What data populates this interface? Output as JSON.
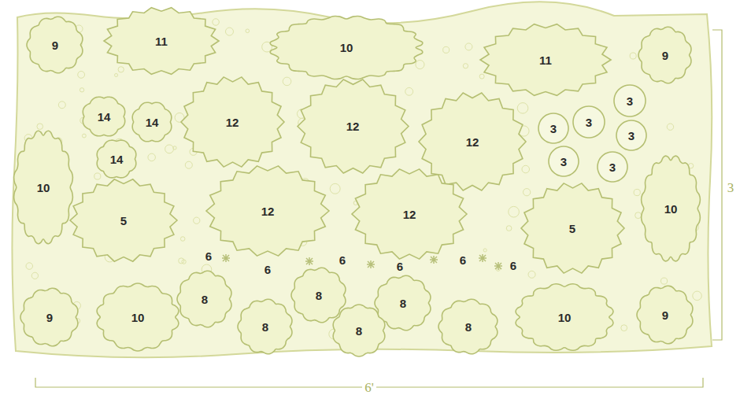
{
  "diagram": {
    "nodes": [
      {
        "text": [
          "9"
        ]
      },
      {
        "text": [
          "11"
        ]
      },
      {
        "text": [
          "10"
        ]
      },
      {
        "text": [
          "11"
        ]
      },
      {
        "text": [
          "9"
        ]
      },
      {
        "text": [
          "3"
        ]
      },
      {
        "text": [
          "14"
        ]
      },
      {
        "text": [
          "14"
        ]
      },
      {
        "text": [
          "12"
        ]
      },
      {
        "text": [
          "3"
        ]
      },
      {
        "text": [
          "12"
        ]
      },
      {
        "text": [
          "3"
        ]
      },
      {
        "text": [
          "3"
        ]
      },
      {
        "text": [
          "12"
        ]
      },
      {
        "text": [
          "14"
        ]
      },
      {
        "text": [
          "3"
        ]
      },
      {
        "text": [
          "3"
        ]
      },
      {
        "text": [
          "10"
        ]
      },
      {
        "text": [
          "10"
        ]
      },
      {
        "text": [
          "5"
        ]
      },
      {
        "text": [
          "12"
        ]
      },
      {
        "text": [
          "12"
        ]
      },
      {
        "text": [
          "5"
        ]
      },
      {
        "text": [
          "8"
        ]
      },
      {
        "text": [
          "8"
        ]
      },
      {
        "text": [
          "8"
        ]
      },
      {
        "text": [
          "9"
        ]
      },
      {
        "text": [
          "9"
        ]
      },
      {
        "text": [
          "10"
        ]
      },
      {
        "text": [
          "10"
        ]
      },
      {
        "text": [
          "8"
        ]
      },
      {
        "text": [
          "8"
        ]
      },
      {
        "text": [
          "8"
        ]
      }
    ],
    "labels": [
      "6",
      "6",
      "6",
      "6",
      "6",
      "6",
      "3",
      "6'"
    ]
  }
}
